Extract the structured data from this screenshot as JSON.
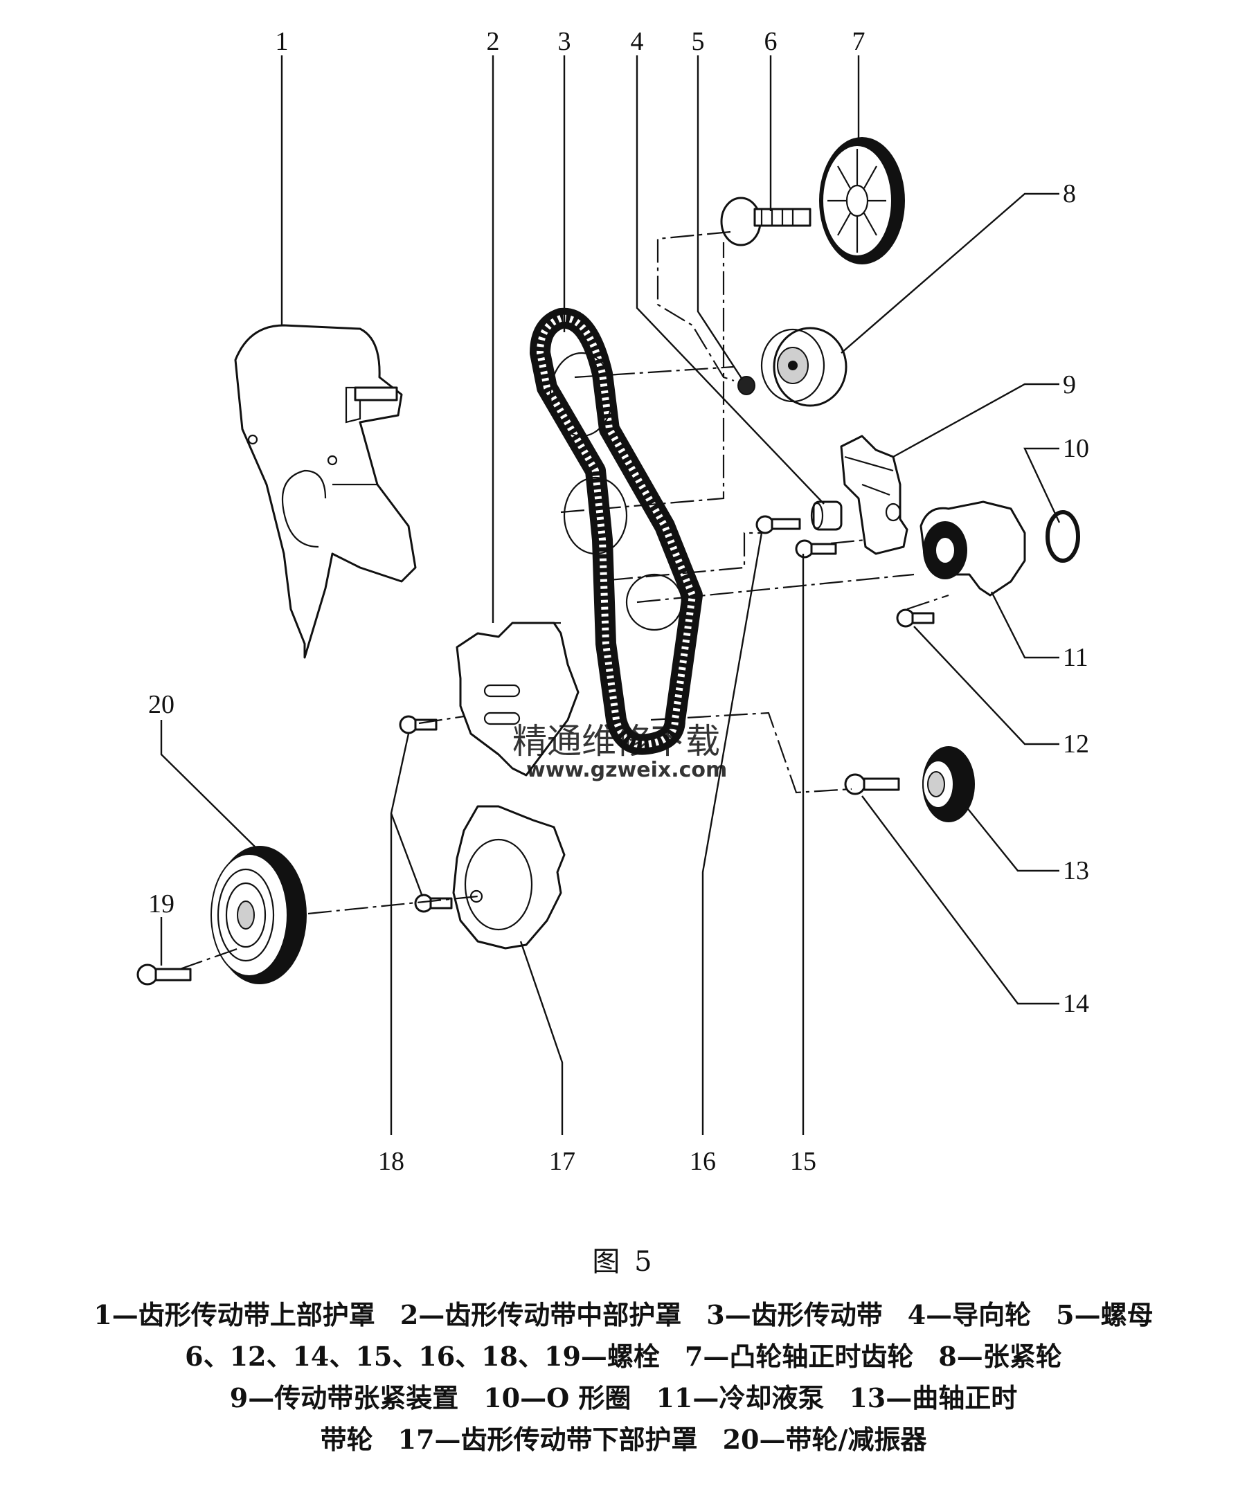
{
  "callouts": [
    "1",
    "2",
    "3",
    "4",
    "5",
    "6",
    "7",
    "8",
    "9",
    "10",
    "11",
    "12",
    "13",
    "14",
    "15",
    "16",
    "17",
    "18",
    "19",
    "20"
  ],
  "watermark": {
    "line1": "精通维修下载",
    "line2": "www.gzweix.com"
  },
  "figure": {
    "title": "图 5",
    "legend_lines": [
      [
        "1—齿形传动带上部护罩",
        "2—齿形传动带中部护罩",
        "3—齿形传动带",
        "4—导向轮",
        "5—螺母"
      ],
      [
        "6、12、14、15、16、18、19—螺栓",
        "7—凸轮轴正时齿轮",
        "8—张紧轮"
      ],
      [
        "9—传动带张紧装置",
        "10—O 形圈",
        "11—冷却液泵",
        "13—曲轴正时"
      ],
      [
        "带轮",
        "17—齿形传动带下部护罩",
        "20—带轮/减振器"
      ]
    ]
  }
}
